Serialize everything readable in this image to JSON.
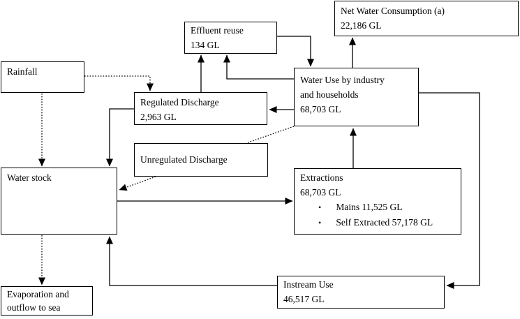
{
  "style": {
    "background": "#ffffff",
    "border_color": "#000000",
    "line_color": "#000000",
    "text_color": "#000000"
  },
  "nodes": {
    "rainfall": {
      "label": "Rainfall"
    },
    "effluent_reuse": {
      "title": "Effluent reuse",
      "value": "134 GL"
    },
    "net_water_consumption": {
      "title": "Net Water Consumption (a)",
      "value": "22,186 GL"
    },
    "water_use": {
      "title_line1": "Water Use by industry",
      "title_line2": "and households",
      "value": "68,703 GL"
    },
    "regulated_discharge": {
      "title": "Regulated Discharge",
      "value": "2,963 GL"
    },
    "unregulated_discharge": {
      "title": "Unregulated Discharge"
    },
    "water_stock": {
      "label": "Water stock"
    },
    "extractions": {
      "title": "Extractions",
      "value": "68,703 GL",
      "bullet_glyph": "•",
      "bullets": [
        "Mains 11,525 GL",
        "Self Extracted 57,178 GL"
      ]
    },
    "instream_use": {
      "title": "Instream Use",
      "value": "46,517 GL"
    },
    "evaporation": {
      "line1": "Evaporation and",
      "line2": "outflow to sea"
    }
  },
  "flows": [
    {
      "from": "rainfall",
      "to": "regulated_discharge",
      "style": "dotted-arrow"
    },
    {
      "from": "rainfall",
      "to": "water_stock",
      "style": "dotted-arrow"
    },
    {
      "from": "regulated_discharge",
      "to": "water_stock",
      "style": "solid-arrow"
    },
    {
      "from": "regulated_discharge",
      "to": "effluent_reuse",
      "style": "solid-arrow"
    },
    {
      "from": "water_use",
      "to": "effluent_reuse",
      "style": "solid-arrow"
    },
    {
      "from": "water_use",
      "to": "regulated_discharge",
      "style": "solid-arrow"
    },
    {
      "from": "effluent_reuse",
      "to": "water_use",
      "style": "solid-arrow"
    },
    {
      "from": "water_use",
      "to": "net_water_consumption",
      "style": "solid-arrow"
    },
    {
      "from": "extractions",
      "to": "water_use",
      "style": "solid-arrow"
    },
    {
      "from": "water_stock",
      "to": "extractions",
      "style": "solid-arrow"
    },
    {
      "from": "water_use",
      "to": "instream_use",
      "style": "solid-arrow"
    },
    {
      "from": "instream_use",
      "to": "water_stock",
      "style": "solid-arrow"
    },
    {
      "from": "water_use",
      "to": "unregulated_discharge",
      "style": "dotted"
    },
    {
      "from": "unregulated_discharge",
      "to": "water_stock",
      "style": "dotted-arrow"
    },
    {
      "from": "water_stock",
      "to": "evaporation",
      "style": "dotted-arrow"
    }
  ]
}
